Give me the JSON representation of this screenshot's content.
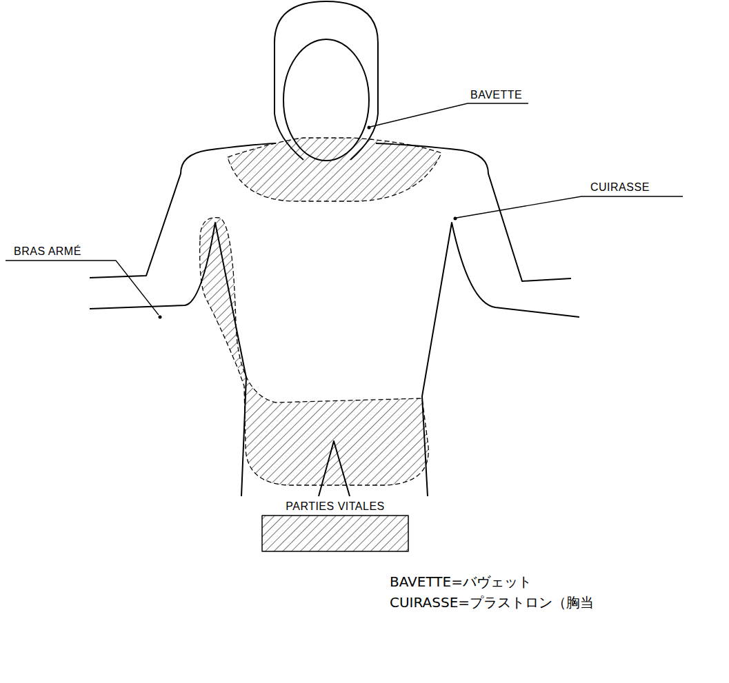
{
  "diagram": {
    "labels": [
      "BAVETTE",
      "CUIRASSE",
      "BRAS ARMÉ",
      "BAVETTE=バヴェット",
      "CUIRASSE=プラストロン（胸当"
    ],
    "legend": [
      {
        "text": "PARTIES VITALES"
      }
    ]
  }
}
